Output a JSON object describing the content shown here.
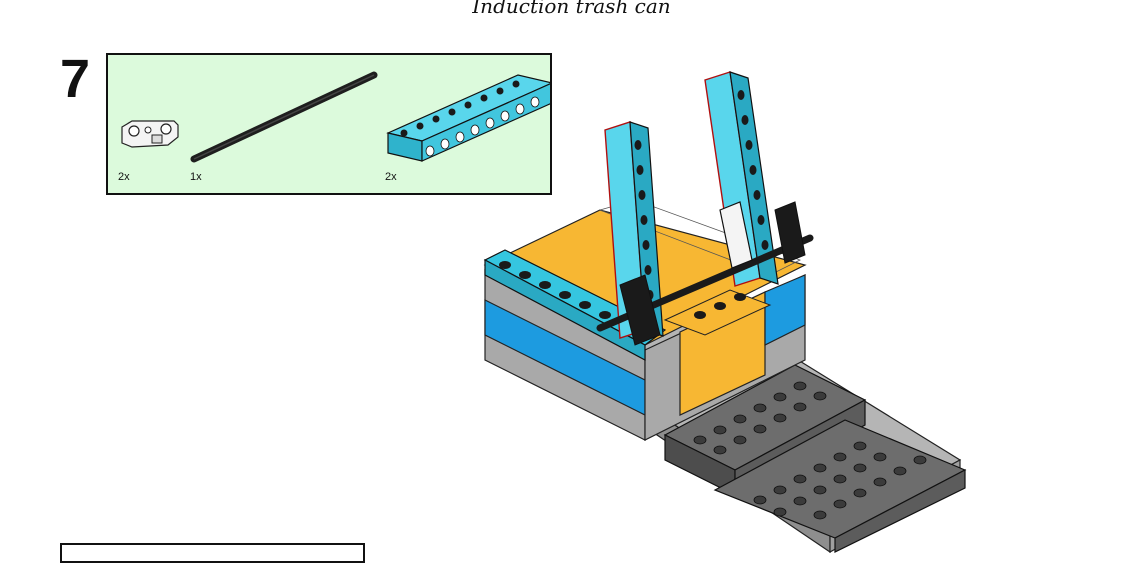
{
  "header": {
    "title": "Induction trash can"
  },
  "step": {
    "number": "7"
  },
  "parts_list": {
    "items": [
      {
        "name": "axle-connector",
        "quantity": "2x"
      },
      {
        "name": "axle",
        "quantity": "1x"
      },
      {
        "name": "technic-beam",
        "quantity": "2x"
      }
    ]
  },
  "colors": {
    "panel_bg": "#dcfadc",
    "azure": "#35c6e0",
    "yellow": "#f7b733",
    "blue": "#1d9be0",
    "grey": "#a9a9a9",
    "dark_grey": "#6d6d6d",
    "black": "#1a1a1a"
  }
}
